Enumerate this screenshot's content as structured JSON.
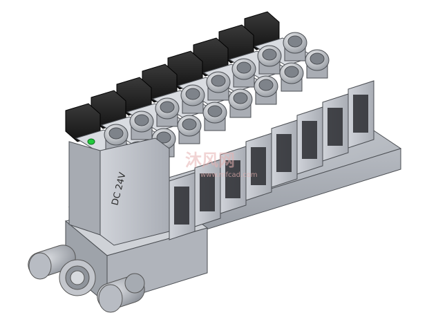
{
  "image": {
    "subject": "pneumatic-solenoid-valve-manifold",
    "background_color": "#ffffff",
    "body_color": "#c9ccd2",
    "coil_color": "#b8bcc4",
    "connector_color": "#1e1e1e",
    "fitting_color": "#b9bcc1",
    "led_color": "#22c93c",
    "valve_count": 8
  },
  "labels": {
    "voltage": "DC 24V"
  },
  "watermark": {
    "text_cn": "沐风网",
    "text_url": "www.mfcad.com"
  }
}
